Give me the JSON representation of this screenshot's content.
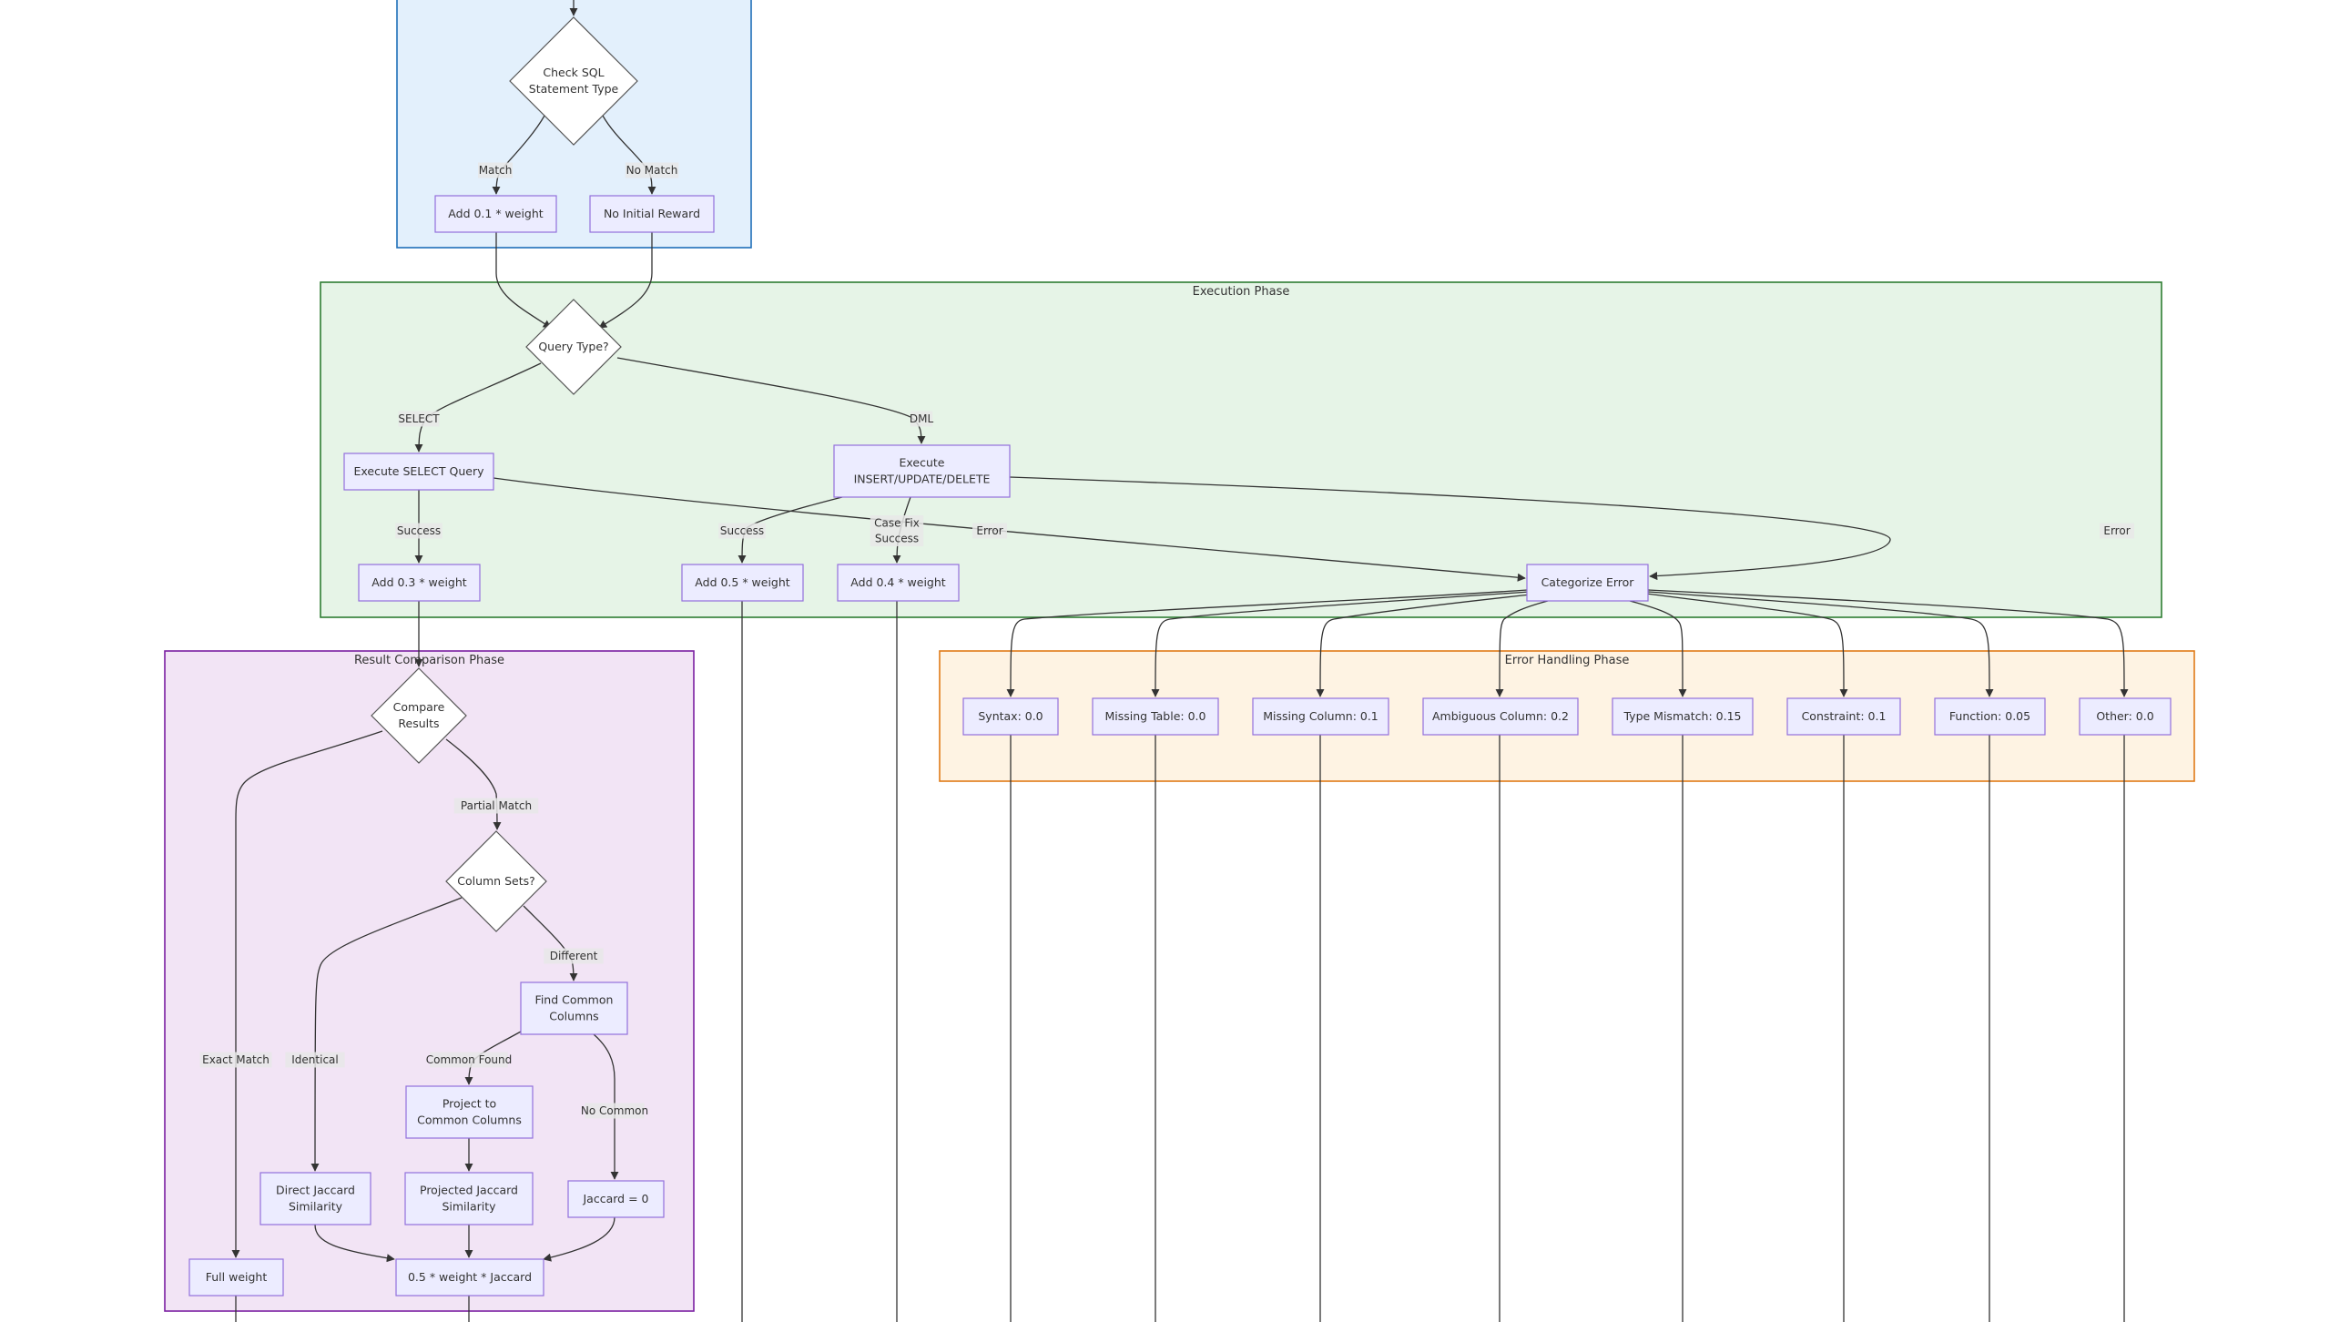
{
  "clusters": [
    {
      "id": "static",
      "title": "",
      "fill": "#e3f0fc",
      "stroke": "#1f6fb8"
    },
    {
      "id": "execution",
      "title": "Execution Phase",
      "fill": "#e6f4e7",
      "stroke": "#2e7d32"
    },
    {
      "id": "comparison",
      "title": "Result Comparison Phase",
      "fill": "#f2e4f5",
      "stroke": "#7b1fa2"
    },
    {
      "id": "errors",
      "title": "Error Handling Phase",
      "fill": "#fef3e3",
      "stroke": "#e07b17"
    }
  ],
  "nodes": [
    {
      "id": "check_sql",
      "lines": [
        "Check SQL",
        "Statement Type"
      ]
    },
    {
      "id": "add_01",
      "lines": [
        "Add 0.1 * weight"
      ]
    },
    {
      "id": "no_initial",
      "lines": [
        "No Initial Reward"
      ]
    },
    {
      "id": "query_type",
      "lines": [
        "Query Type?"
      ]
    },
    {
      "id": "exec_select",
      "lines": [
        "Execute SELECT Query"
      ]
    },
    {
      "id": "exec_dml",
      "lines": [
        "Execute",
        "INSERT/UPDATE/DELETE"
      ]
    },
    {
      "id": "add_03",
      "lines": [
        "Add 0.3 * weight"
      ]
    },
    {
      "id": "add_05",
      "lines": [
        "Add 0.5 * weight"
      ]
    },
    {
      "id": "add_04",
      "lines": [
        "Add 0.4 * weight"
      ]
    },
    {
      "id": "categorize",
      "lines": [
        "Categorize Error"
      ]
    },
    {
      "id": "err_syntax",
      "lines": [
        "Syntax: 0.0"
      ]
    },
    {
      "id": "err_missing_table",
      "lines": [
        "Missing Table: 0.0"
      ]
    },
    {
      "id": "err_missing_column",
      "lines": [
        "Missing Column: 0.1"
      ]
    },
    {
      "id": "err_ambiguous",
      "lines": [
        "Ambiguous Column: 0.2"
      ]
    },
    {
      "id": "err_type",
      "lines": [
        "Type Mismatch: 0.15"
      ]
    },
    {
      "id": "err_constraint",
      "lines": [
        "Constraint: 0.1"
      ]
    },
    {
      "id": "err_function",
      "lines": [
        "Function: 0.05"
      ]
    },
    {
      "id": "err_other",
      "lines": [
        "Other: 0.0"
      ]
    },
    {
      "id": "compare",
      "lines": [
        "Compare",
        "Results"
      ]
    },
    {
      "id": "column_sets",
      "lines": [
        "Column Sets?"
      ]
    },
    {
      "id": "find_common",
      "lines": [
        "Find Common",
        "Columns"
      ]
    },
    {
      "id": "project",
      "lines": [
        "Project to",
        "Common Columns"
      ]
    },
    {
      "id": "direct_jaccard",
      "lines": [
        "Direct Jaccard",
        "Similarity"
      ]
    },
    {
      "id": "projected_jaccard",
      "lines": [
        "Projected Jaccard",
        "Similarity"
      ]
    },
    {
      "id": "jaccard_zero",
      "lines": [
        "Jaccard = 0"
      ]
    },
    {
      "id": "full_weight",
      "lines": [
        "Full weight"
      ]
    },
    {
      "id": "half_jaccard",
      "lines": [
        "0.5 * weight * Jaccard"
      ]
    }
  ],
  "edge_labels": [
    {
      "id": "match",
      "lines": [
        "Match"
      ]
    },
    {
      "id": "no_match",
      "lines": [
        "No Match"
      ]
    },
    {
      "id": "select",
      "lines": [
        "SELECT"
      ]
    },
    {
      "id": "dml",
      "lines": [
        "DML"
      ]
    },
    {
      "id": "success_select",
      "lines": [
        "Success"
      ]
    },
    {
      "id": "success_dml",
      "lines": [
        "Success"
      ]
    },
    {
      "id": "case_fix",
      "lines": [
        "Case Fix",
        "Success"
      ]
    },
    {
      "id": "error_select",
      "lines": [
        "Error"
      ]
    },
    {
      "id": "error_dml",
      "lines": [
        "Error"
      ]
    },
    {
      "id": "partial_match",
      "lines": [
        "Partial Match"
      ]
    },
    {
      "id": "exact_match",
      "lines": [
        "Exact Match"
      ]
    },
    {
      "id": "identical",
      "lines": [
        "Identical"
      ]
    },
    {
      "id": "different",
      "lines": [
        "Different"
      ]
    },
    {
      "id": "common_found",
      "lines": [
        "Common Found"
      ]
    },
    {
      "id": "no_common",
      "lines": [
        "No Common"
      ]
    }
  ],
  "colors": {
    "node_fill": "#ececff",
    "node_stroke": "#9370db",
    "decision_fill": "#ffffff",
    "decision_stroke": "#555555",
    "edge": "#333333",
    "label_bg": "#e8e8e8",
    "text": "#333333"
  }
}
